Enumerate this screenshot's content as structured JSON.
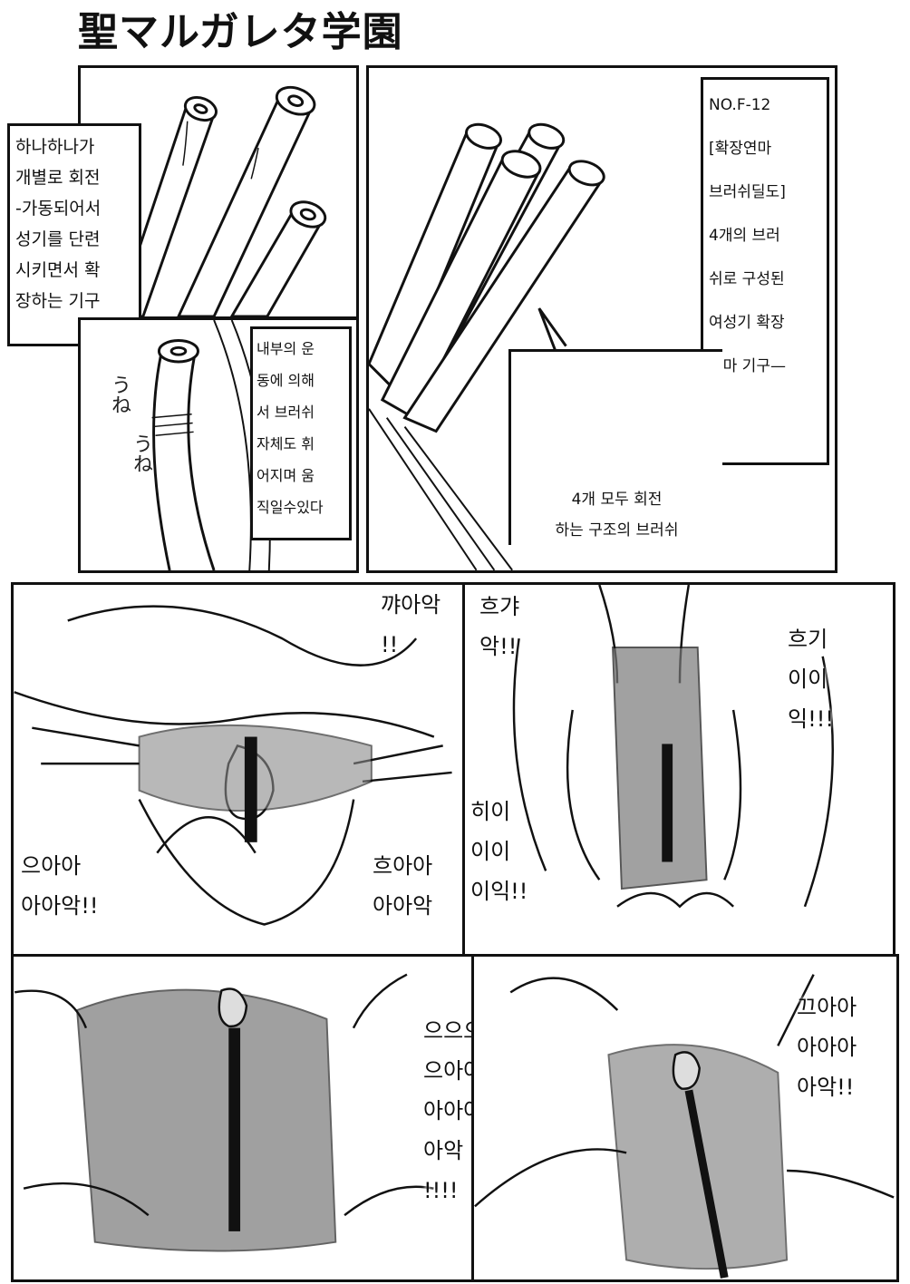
{
  "header": {
    "title": "聖マルガレタ学園"
  },
  "panel1": {
    "caption_lines": [
      "하나하나가",
      "개별로 회전",
      "-가동되어서",
      "성기를 단련",
      "시키면서 확",
      "장하는 기구"
    ]
  },
  "panel2": {
    "caption_lines": [
      "내부의 운",
      "동에 의해",
      "서 브러쉬",
      "자체도 휘",
      "어지며 움",
      "직일수있다"
    ],
    "sfx": [
      "うね",
      "うね"
    ]
  },
  "panel3": {
    "caption_lines": [
      "NO.F-12",
      "[확장연마",
      "브러쉬딜도]",
      "4개의 브러",
      "쉬로 구성된",
      "여성기 확장",
      "연마 기구—"
    ],
    "bubble_lines": [
      "4개 모두 회전",
      "하는 구조의 브러쉬"
    ]
  },
  "panel4": {
    "bubble_top": [
      "꺄아악",
      "!!"
    ],
    "bubble_left": [
      "으아아",
      "아아악!!"
    ],
    "bubble_right": [
      "흐아아",
      "아아악"
    ]
  },
  "panel5": {
    "bubble_top": [
      "흐갸",
      "악!!"
    ],
    "bubble_right": [
      "흐기",
      "이이",
      "익!!!"
    ],
    "bubble_left": [
      "히이",
      "이이",
      "이익!!"
    ]
  },
  "panel6": {
    "bubble_lines": [
      "으으으",
      "으아아",
      "아아아",
      "아악",
      "!!!!"
    ]
  },
  "panel7": {
    "bubble_lines": [
      "끄아아",
      "아아아",
      "아악!!"
    ]
  }
}
